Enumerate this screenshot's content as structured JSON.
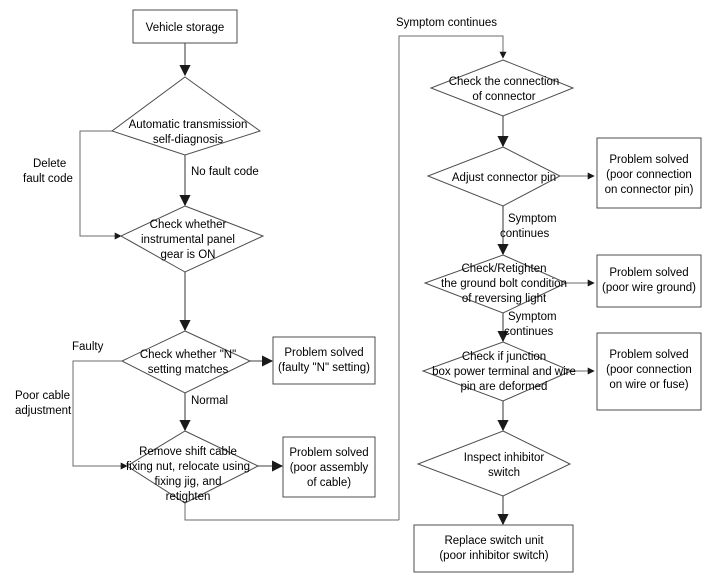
{
  "diagram": {
    "title": "Transmission / inhibitor switch troubleshooting flowchart",
    "colors": {
      "background": "#ffffff",
      "shape_stroke": "#4d4d4d",
      "connector": "#808080",
      "text": "#000000"
    },
    "left_branch": {
      "nodes": [
        {
          "id": "vehicle-storage",
          "shape": "rect",
          "lines": [
            "Vehicle storage"
          ]
        },
        {
          "id": "auto-trans-self-diagnosis",
          "shape": "diamond",
          "lines": [
            "Automatic transmission",
            "self-diagnosis"
          ]
        },
        {
          "id": "check-instrumental-panel-gear",
          "shape": "diamond",
          "lines": [
            "Check whether",
            "instrumental panel",
            "gear is ON"
          ]
        },
        {
          "id": "check-n-setting",
          "shape": "diamond",
          "lines": [
            "Check whether \"N\"",
            "setting matches"
          ]
        },
        {
          "id": "problem-solved-n-setting",
          "shape": "rect",
          "lines": [
            "Problem solved",
            "(faulty \"N\" setting)"
          ]
        },
        {
          "id": "remove-shift-cable",
          "shape": "diamond",
          "lines": [
            "Remove shift cable",
            "fixing nut, relocate using",
            "fixing jig, and",
            "retighten"
          ]
        },
        {
          "id": "problem-solved-cable",
          "shape": "rect",
          "lines": [
            "Problem solved",
            "(poor assembly",
            "of cable)"
          ]
        }
      ],
      "edge_labels": [
        {
          "id": "no-fault-code",
          "lines": [
            "No fault code"
          ]
        },
        {
          "id": "delete-fault-code",
          "lines": [
            "Delete",
            "fault code"
          ]
        },
        {
          "id": "faulty",
          "lines": [
            "Faulty"
          ]
        },
        {
          "id": "normal",
          "lines": [
            "Normal"
          ]
        },
        {
          "id": "poor-cable-adjustment",
          "lines": [
            "Poor cable",
            "adjustment"
          ]
        }
      ]
    },
    "right_branch": {
      "nodes": [
        {
          "id": "check-connection-of-connector",
          "shape": "diamond",
          "lines": [
            "Check the connection",
            "of connector"
          ]
        },
        {
          "id": "adjust-connector-pin",
          "shape": "diamond",
          "lines": [
            "Adjust connector pin"
          ]
        },
        {
          "id": "problem-solved-connector-pin",
          "shape": "rect",
          "lines": [
            "Problem solved",
            "(poor connection",
            "on connector pin)"
          ]
        },
        {
          "id": "check-retighten-ground-bolt",
          "shape": "diamond",
          "lines": [
            "Check/Retighten",
            "the ground bolt condition",
            "of reversing light"
          ]
        },
        {
          "id": "problem-solved-wire-ground",
          "shape": "rect",
          "lines": [
            "Problem solved",
            "(poor wire ground)"
          ]
        },
        {
          "id": "check-junction-box-terminal",
          "shape": "diamond",
          "lines": [
            "Check if junction",
            "box power terminal and wire",
            "pin are deformed"
          ]
        },
        {
          "id": "problem-solved-wire-or-fuse",
          "shape": "rect",
          "lines": [
            "Problem solved",
            "(poor connection",
            "on wire or fuse)"
          ]
        },
        {
          "id": "inspect-inhibitor-switch",
          "shape": "diamond",
          "lines": [
            "Inspect inhibitor",
            "switch"
          ]
        },
        {
          "id": "replace-switch-unit",
          "shape": "rect",
          "lines": [
            "Replace switch unit",
            "(poor inhibitor switch)"
          ]
        }
      ],
      "edge_labels": [
        {
          "id": "symptom-continues-top",
          "lines": [
            "Symptom continues"
          ]
        },
        {
          "id": "symptom-continues-1",
          "lines": [
            "Symptom",
            "continues"
          ]
        },
        {
          "id": "symptom-continues-2",
          "lines": [
            "Symptom",
            "continues"
          ]
        }
      ]
    }
  }
}
